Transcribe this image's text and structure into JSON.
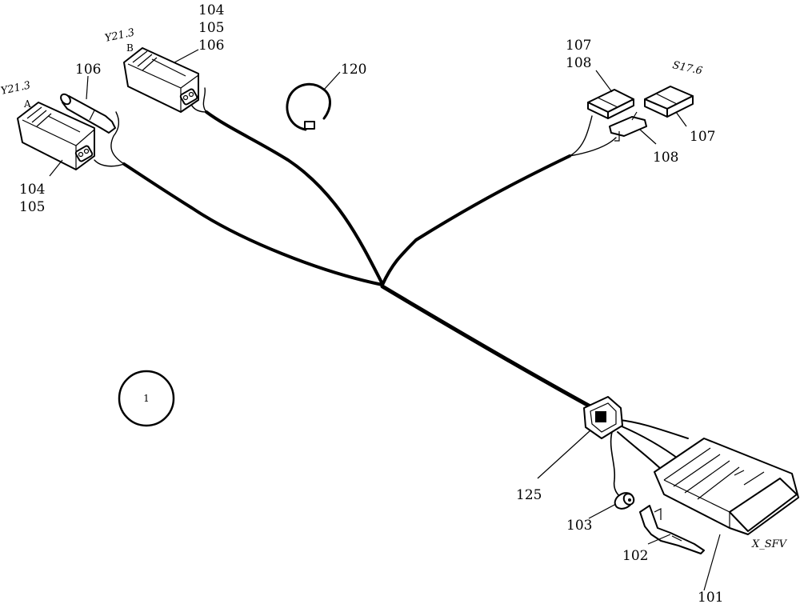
{
  "diagram": {
    "labels": {
      "y213_a_title": "Y21.3",
      "y213_a_letter": "A",
      "y213_b_title": "Y21.3",
      "y213_b_letter": "B",
      "s176": "S17.6",
      "x_sfv": "X_SFV",
      "circle_num": "1"
    },
    "callouts": {
      "top_b_104": "104",
      "top_b_105": "105",
      "top_b_106": "106",
      "plug_106": "106",
      "a_104": "104",
      "a_105": "105",
      "ring_120": "120",
      "top_107": "107",
      "top_108": "108",
      "right_107": "107",
      "right_108": "108",
      "grommet_125": "125",
      "seal_103": "103",
      "pin_102": "102",
      "conn_101": "101"
    }
  }
}
